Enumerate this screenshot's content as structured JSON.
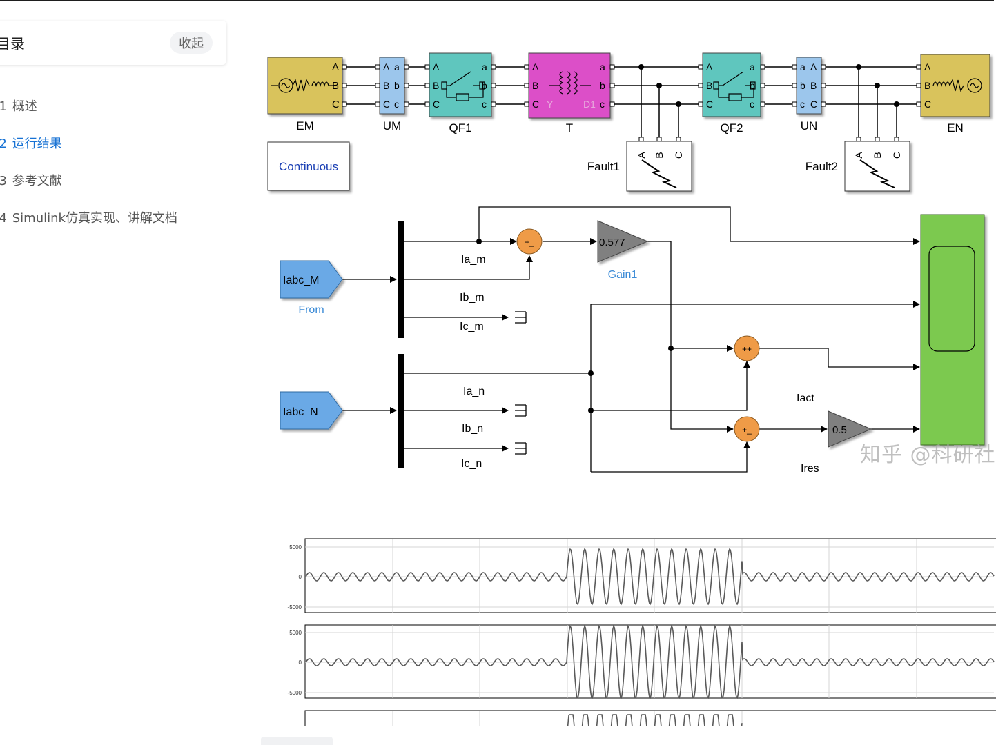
{
  "toc": {
    "title": "目录",
    "collapse_label": "收起",
    "items": [
      {
        "num": "1",
        "label": "概述"
      },
      {
        "num": "2",
        "label": "运行结果"
      },
      {
        "num": "3",
        "label": "参考文献"
      },
      {
        "num": "4",
        "label": "Simulink仿真实现、讲解文档"
      }
    ]
  },
  "diagram": {
    "blocks": {
      "em": "EM",
      "um": "UM",
      "qf1": "QF1",
      "t": "T",
      "qf2": "QF2",
      "un": "UN",
      "en": "EN",
      "continuous": "Continuous",
      "fault1": "Fault1",
      "fault2": "Fault2",
      "from_m": "Iabc_M",
      "from_label": "From",
      "from_n": "Iabc_N",
      "gain1_value": "0.577",
      "gain1_label": "Gain1",
      "gain2_value": "0.5"
    },
    "ports": {
      "upper_abc": [
        "A",
        "B",
        "C"
      ],
      "lower_abc": [
        "a",
        "b",
        "c"
      ],
      "fault_abc": [
        "A",
        "B",
        "C"
      ],
      "winding_y": "Y",
      "winding_d": "D1"
    },
    "signals": {
      "ia_m": "Ia_m",
      "ib_m": "Ib_m",
      "ic_m": "Ic_m",
      "ia_n": "Ia_n",
      "ib_n": "Ib_n",
      "ic_n": "Ic_n",
      "iact": "Iact",
      "ires": "Ires"
    },
    "sum_signs": {
      "sum1": "+_",
      "sum2": "++",
      "sum3": "+_"
    }
  },
  "plots": {
    "top_ticks": [
      "5000",
      "0",
      "-5000"
    ],
    "mid_ticks": [
      "5000",
      "0",
      "-5000"
    ]
  },
  "watermark": "知乎 @科研社",
  "colors": {
    "source": "#d9c35c",
    "measure": "#9cc6ec",
    "breaker": "#5ec6be",
    "transformer": "#dc4fc8",
    "scope": "#7cc94f",
    "from_tag": "#6aa9e6",
    "sum": "#ef9b47",
    "gain": "#808080",
    "link": "#1772d4"
  }
}
